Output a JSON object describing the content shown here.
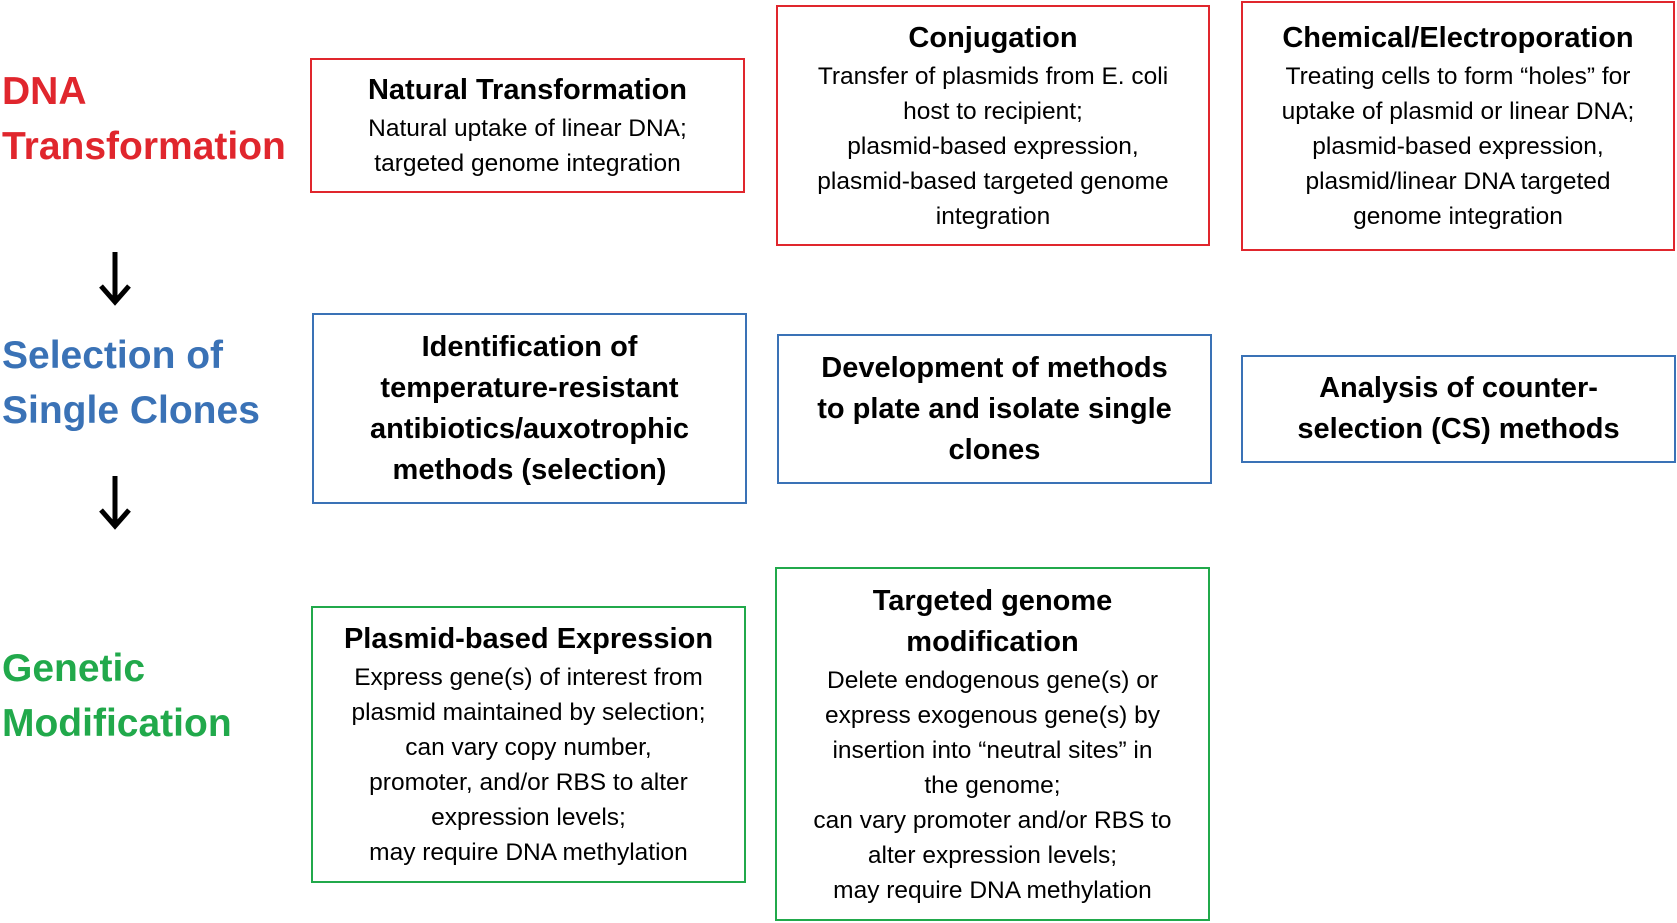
{
  "colors": {
    "dna": "#e0262d",
    "selection": "#3a72b6",
    "genetic": "#21a94b",
    "arrow": "#000000"
  },
  "stages": {
    "dna": [
      "DNA",
      "Transformation"
    ],
    "selection": [
      "Selection of",
      "Single Clones"
    ],
    "genetic": [
      "Genetic",
      "Modification"
    ]
  },
  "boxes": {
    "natural": {
      "title": [
        "Natural Transformation"
      ],
      "body": [
        "Natural uptake of linear DNA;",
        "targeted genome integration"
      ]
    },
    "conjugation": {
      "title": [
        "Conjugation"
      ],
      "body": [
        "Transfer of plasmids from E. coli",
        "host to recipient;",
        "plasmid-based expression,",
        "plasmid-based targeted genome",
        "integration"
      ]
    },
    "chemical": {
      "title": [
        "Chemical/Electroporation"
      ],
      "body": [
        "Treating cells to form “holes” for",
        "uptake of plasmid or linear DNA;",
        "plasmid-based expression,",
        "plasmid/linear DNA targeted",
        "genome integration"
      ]
    },
    "identification": {
      "title": [
        "Identification of",
        "temperature-resistant",
        "antibiotics/auxotrophic",
        "methods (selection)"
      ]
    },
    "development": {
      "title": [
        "Development of methods",
        "to plate and isolate single",
        "clones"
      ]
    },
    "analysis": {
      "title": [
        "Analysis of counter-",
        "selection (CS) methods"
      ]
    },
    "plasmid": {
      "title": [
        "Plasmid-based Expression"
      ],
      "body": [
        "Express gene(s) of interest from",
        "plasmid maintained by selection;",
        "can vary copy number,",
        "promoter, and/or RBS to alter",
        "expression levels;",
        "may require DNA methylation"
      ]
    },
    "targeted": {
      "title": [
        "Targeted genome",
        "modification"
      ],
      "body": [
        " Delete endogenous gene(s) or",
        "express exogenous gene(s) by",
        "insertion into “neutral sites” in",
        "the genome;",
        "can vary promoter and/or RBS to",
        "alter expression levels;",
        "may require DNA methylation"
      ]
    }
  }
}
